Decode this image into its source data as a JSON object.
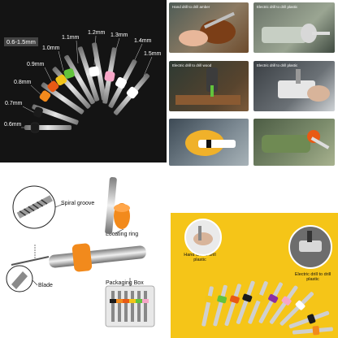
{
  "bit_set": {
    "range_label": "0.6-1.5mm",
    "sizes": [
      "0.6mm",
      "0.7mm",
      "0.8mm",
      "0.9mm",
      "1.0mm",
      "1.1mm",
      "1.2mm",
      "1.3mm",
      "1.4mm",
      "1.5mm"
    ],
    "ring_colors": [
      "#1b1b1b",
      "#1b1b1b",
      "#f28a1c",
      "#e85a14",
      "#f2c418",
      "#62c33c",
      "#ffffff",
      "#f7a6c7",
      "#ffffff",
      "#ffffff"
    ]
  },
  "usage_photos": {
    "captions": [
      "Hand drill to drill amber",
      "Electric drill to drill plastic",
      "Electric drill to drill wood",
      "Electric drill to drill plastic"
    ]
  },
  "diagram": {
    "labels": {
      "spiral_groove": "Spiral groove",
      "locating_ring": "Locating ring",
      "blade": "Blade",
      "packaging_box": "Packaging Box"
    },
    "ring_color": "#f28a1c"
  },
  "usage_yellow": {
    "left_caption": "Hand drill to drill plastic",
    "right_caption": "Electric drill to drill plastic",
    "background": "#f5c518"
  }
}
